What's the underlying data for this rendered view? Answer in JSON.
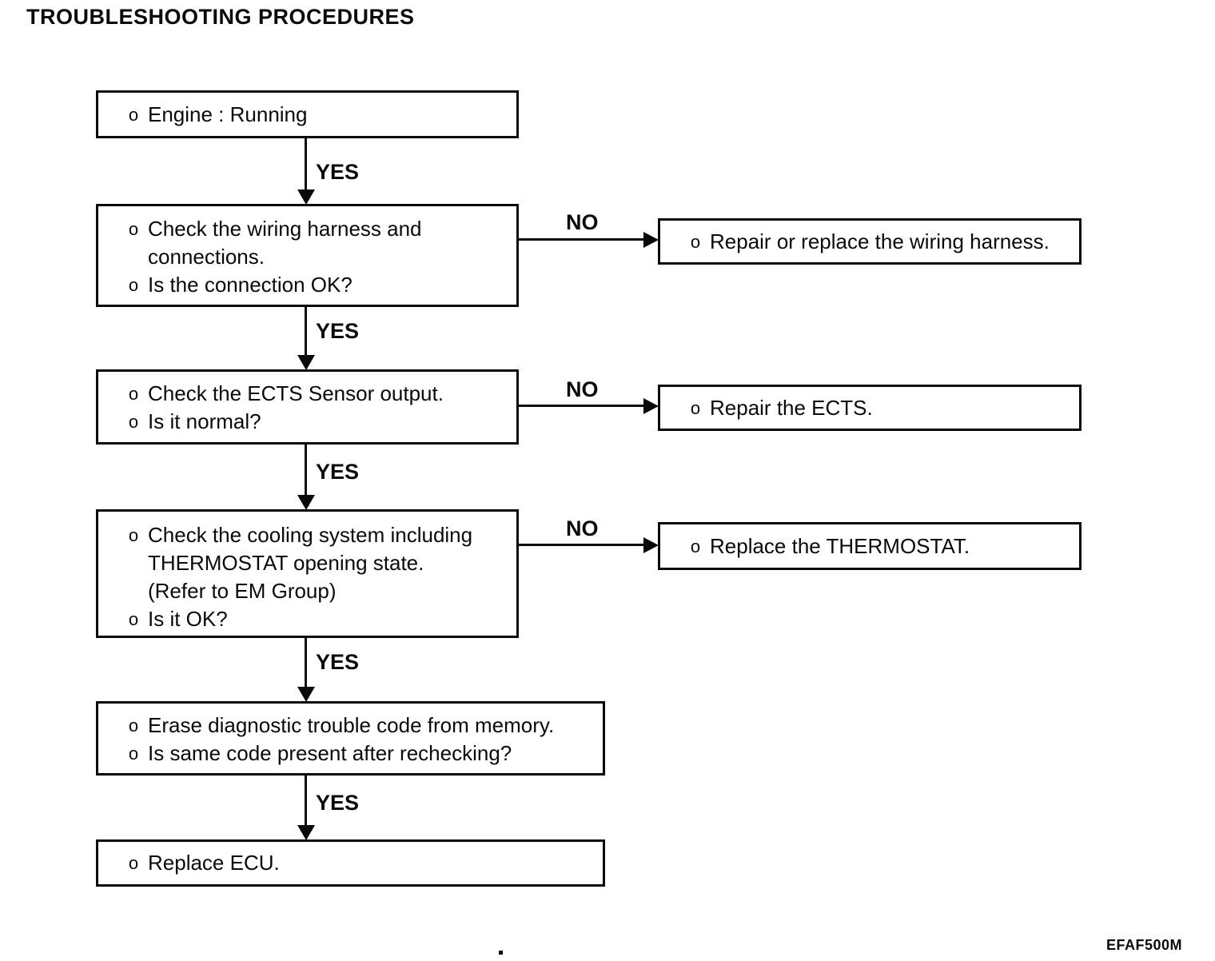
{
  "title": "TROUBLESHOOTING PROCEDURES",
  "figure_code": "EFAF500M",
  "labels": {
    "yes": "YES",
    "no": "NO"
  },
  "nodes": {
    "engine_running": {
      "lines": [
        {
          "bullet": "o",
          "text": "Engine : Running"
        }
      ]
    },
    "check_wiring": {
      "lines": [
        {
          "bullet": "o",
          "text": "Check the wiring harness and"
        },
        {
          "bullet": "",
          "text": "connections."
        },
        {
          "bullet": "o",
          "text": "Is the connection OK?"
        }
      ]
    },
    "repair_wiring": {
      "lines": [
        {
          "bullet": "o",
          "text": "Repair or replace the wiring harness."
        }
      ]
    },
    "check_ects": {
      "lines": [
        {
          "bullet": "o",
          "text": "Check the ECTS Sensor output."
        },
        {
          "bullet": "o",
          "text": "Is it normal?"
        }
      ]
    },
    "repair_ects": {
      "lines": [
        {
          "bullet": "o",
          "text": "Repair the ECTS."
        }
      ]
    },
    "check_cooling": {
      "lines": [
        {
          "bullet": "o",
          "text": "Check the cooling system including"
        },
        {
          "bullet": "",
          "text": "THERMOSTAT opening state."
        },
        {
          "bullet": "",
          "text": "(Refer to EM Group)"
        },
        {
          "bullet": "o",
          "text": "Is it OK?"
        }
      ]
    },
    "replace_thermostat": {
      "lines": [
        {
          "bullet": "o",
          "text": "Replace the THERMOSTAT."
        }
      ]
    },
    "erase_code": {
      "lines": [
        {
          "bullet": "o",
          "text": "Erase diagnostic trouble code from memory."
        },
        {
          "bullet": "o",
          "text": "Is same code present after rechecking?"
        }
      ]
    },
    "replace_ecu": {
      "lines": [
        {
          "bullet": "o",
          "text": "Replace ECU."
        }
      ]
    }
  }
}
